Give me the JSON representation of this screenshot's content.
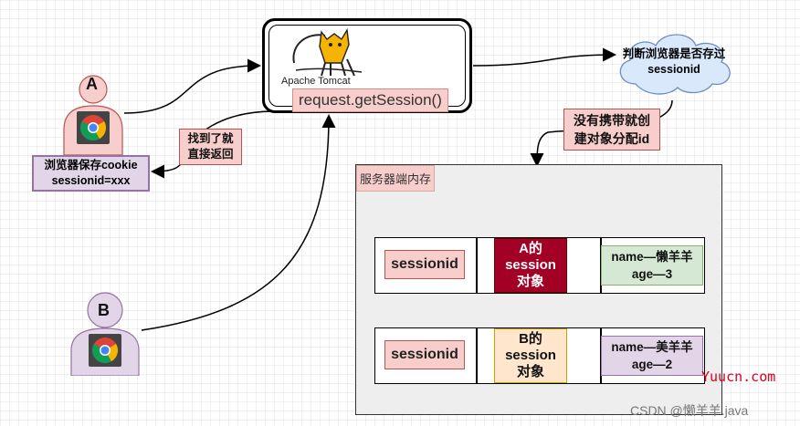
{
  "users": {
    "a_label": "A",
    "b_label": "B"
  },
  "cookie_note": {
    "line1": "浏览器保存cookie",
    "line2": "sessionid=xxx"
  },
  "tomcat": {
    "brand": "Apache Tomcat",
    "method": "request.getSession()"
  },
  "cloud_note": {
    "line1": "判断浏览器是否存过",
    "line2": "sessionid"
  },
  "create_note": {
    "line1": "没有携带就创",
    "line2": "建对象分配id"
  },
  "found_note": {
    "line1": "找到了就",
    "line2": "直接返回"
  },
  "server": {
    "title": "服务器端内存",
    "rows": [
      {
        "key": "sessionid",
        "object_line1": "A的",
        "object_line2": "session",
        "object_line3": "对象",
        "attr_line1": "name—懒羊羊",
        "attr_line2": "age—3"
      },
      {
        "key": "sessionid",
        "object_line1": "B的",
        "object_line2": "session",
        "object_line3": "对象",
        "attr_line1": "name—美羊羊",
        "attr_line2": "age—2"
      }
    ]
  },
  "watermarks": {
    "site": "Yuucn.com",
    "csdn": "CSDN @懒羊羊.java"
  },
  "colors": {
    "pink": "#f8cecc",
    "purple": "#e1d5e7",
    "green": "#d5e8d4",
    "orange": "#ffe6cc",
    "crimson": "#a20025",
    "cloud": "#dae8fc"
  }
}
